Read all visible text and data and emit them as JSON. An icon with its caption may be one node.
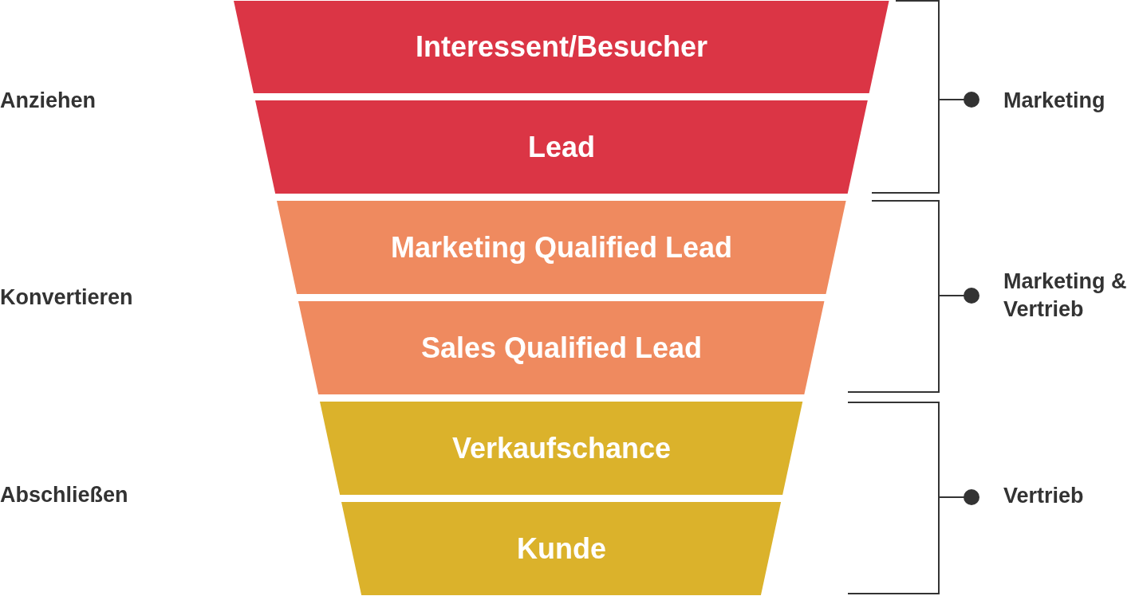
{
  "diagram": {
    "nodes": [
      {
        "text": [
          "Interessent/Besucher"
        ]
      },
      {
        "text": [
          "Lead"
        ]
      },
      {
        "text": [
          "Marketing Qualified Lead"
        ]
      },
      {
        "text": [
          "Sales Qualified Lead"
        ]
      },
      {
        "text": [
          "Verkaufschance"
        ]
      },
      {
        "text": [
          "Kunde"
        ]
      }
    ],
    "labels": [
      "Anziehen",
      "Marketing",
      "Konvertieren",
      "Marketing & Vertrieb",
      "Abschließen",
      "Vertrieb"
    ]
  }
}
